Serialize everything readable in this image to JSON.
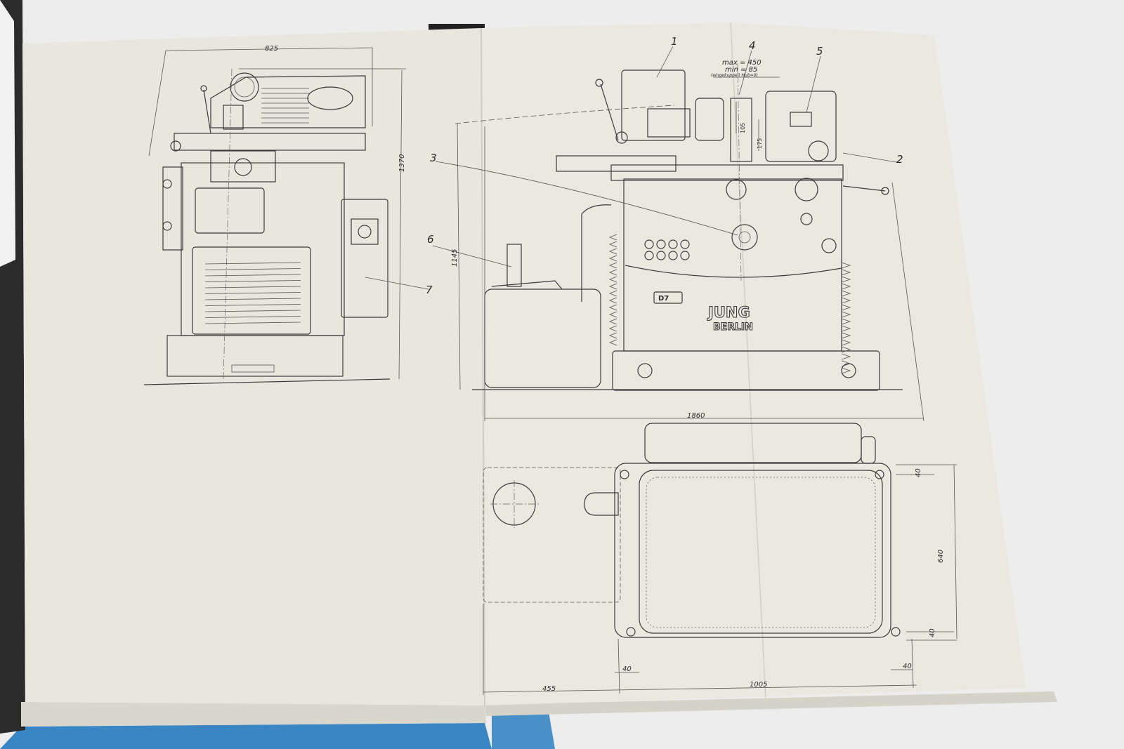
{
  "drawing": {
    "part_numbers": [
      "1",
      "2",
      "3",
      "4",
      "5",
      "6",
      "7"
    ],
    "dimensions": {
      "side_width": "825",
      "side_height": "1370",
      "front_height": "1145",
      "front_width": "1860",
      "stroke_max": "max = 450",
      "stroke_min": "min = 85",
      "stroke_note": "(eingekuppelt Hub=0)",
      "dim_105": "105",
      "dim_175": "175",
      "plan_depth": "640",
      "plan_top_margin": "40",
      "plan_bottom_margin": "40",
      "plan_left_margin": "40",
      "plan_right_margin": "40",
      "plan_offset": "455",
      "plan_width": "1005"
    },
    "nameplate": {
      "model": "D7",
      "brand_line1": "JUNG",
      "brand_line2": "BERLIN"
    }
  },
  "colors": {
    "paper": "#e9e7dd",
    "ink": "#3a3a3a",
    "cover_blue": "#4a90c8",
    "background": "#ededed"
  }
}
